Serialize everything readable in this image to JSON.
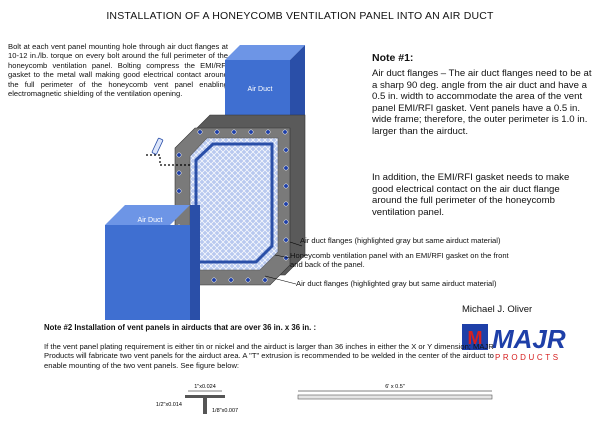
{
  "title": "INSTALLATION OF A HONEYCOMB VENTILATION PANEL INTO AN AIR DUCT",
  "bolt_note": "Bolt at each vent panel mounting hole through air duct flanges at 10-12 in./lb. torque on every bolt around the full perimeter of the honeycomb ventilation panel. Bolting compress the EMI/RFI gasket to the metal wall making good electrical contact around the full perimeter of the honeycomb vent panel enabling electromagnetic shielding of the ventilation opening.",
  "note1": {
    "heading": "Note #1:",
    "para1": "Air duct flanges – The air duct flanges need to be at a sharp 90 deg. angle from the air duct and have a 0.5 in. width to accommodate the area of the vent panel EMI/RFI gasket.  Vent panels have a 0.5 in. wide frame; therefore, the outer perimeter is 1.0 in. larger than the airduct.",
    "para2": "In addition, the EMI/RFI gasket needs to make good electrical contact on the air duct flange around the full perimeter of the honeycomb ventilation panel."
  },
  "labels": {
    "air_duct_top": "Air Duct",
    "air_duct_bottom": "Air Duct",
    "flange_upper": "Air duct flanges (highlighted gray but same airduct material)",
    "honeycomb": "Honeycomb ventilation panel with an EMI/RFI gasket on the front and back of the panel.",
    "flange_lower": "Air duct flanges (highlighted gray but same airduct material)"
  },
  "author": "Michael J. Oliver",
  "logo": {
    "main": "MAJR",
    "sub": "PRODUCTS",
    "mark": "M"
  },
  "note2": {
    "heading": "Note #2 Installation of vent panels in airducts that are over 36 in. x 36 in. :",
    "body": "If the vent panel plating requirement is either tin or nickel and the airduct is larger than 36 inches in either the X or Y dimension; MAJR Products will fabricate two vent panels for the airduct area.  A \"T\" extrusion is recommended to be welded in the center of the airduct to enable mounting of the two vent panels.  See figure below:"
  },
  "figure": {
    "dim_top": "1\"x0.024",
    "dim_left": "1/2\"x0.014",
    "dim_right": "1/8\"x0.007",
    "dim_bar": "6' x 0.5\""
  },
  "colors": {
    "duct_front": "#3f6fd1",
    "duct_side": "#2a4fa8",
    "duct_top": "#6d95e6",
    "flange": "#7a7a7a",
    "flange_dark": "#5a5a5a",
    "honeycomb": "#b9c9ef",
    "logo_red": "#d62020",
    "logo_blue": "#1e3fa8"
  }
}
